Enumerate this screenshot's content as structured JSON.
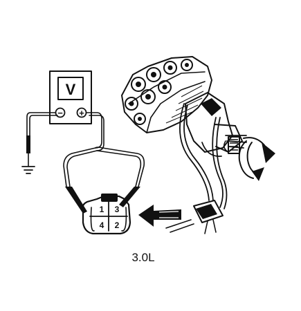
{
  "meter": {
    "symbol": "V",
    "negative_symbol": "−",
    "positive_symbol": "+"
  },
  "connector": {
    "pins": [
      "1",
      "3",
      "4",
      "2"
    ]
  },
  "caption": "3.0L",
  "colors": {
    "ink": "#111111",
    "background": "#ffffff"
  },
  "icons": [
    "voltmeter-icon",
    "ground-symbol-icon",
    "rotation-arrow-icon",
    "direction-arrow-icon"
  ]
}
